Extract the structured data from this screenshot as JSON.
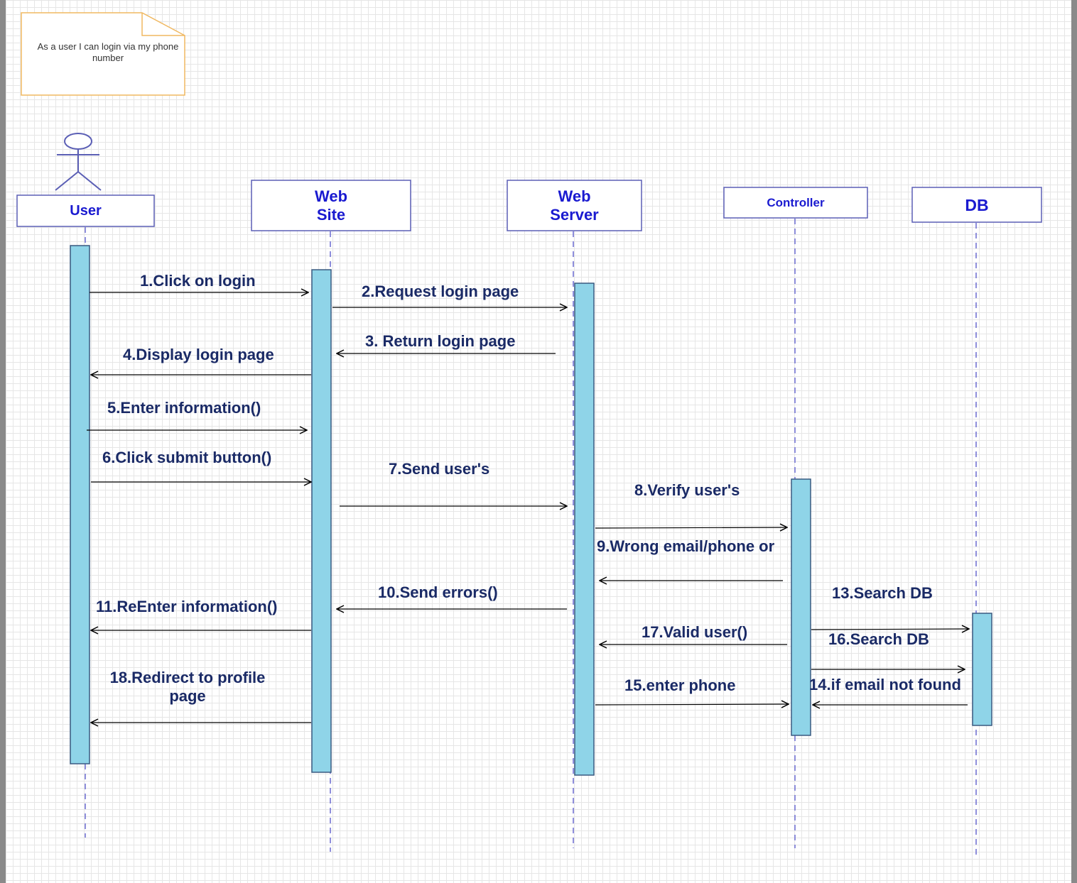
{
  "note": {
    "text": "As a user I can login via my phone number"
  },
  "participants": {
    "user": "User",
    "website": "Web\nSite",
    "webserver": "Web\nServer",
    "controller": "Controller",
    "db": "DB"
  },
  "messages": {
    "m1": "1.Click on login",
    "m2": "2.Request login page",
    "m3": "3. Return login page",
    "m4": "4.Display login page",
    "m5": "5.Enter information()",
    "m6": "6.Click submit button()",
    "m7": "7.Send user's",
    "m8": "8.Verify user's",
    "m9": "9.Wrong email/phone or",
    "m10": "10.Send errors()",
    "m11": "11.ReEnter information()",
    "m13": "13.Search DB",
    "m14": "14.if email not found",
    "m15": "15.enter phone",
    "m16": "16.Search DB",
    "m17": "17.Valid user()",
    "m18": "18.Redirect to profile\npage"
  },
  "colors": {
    "participant_text": "#1a1ad0",
    "participant_border": "#5b5fb5",
    "activation_fill": "#8fd4e8",
    "lifeline": "#6a6ad0",
    "message_text": "#1a2a66",
    "note_border": "#f0b860"
  }
}
